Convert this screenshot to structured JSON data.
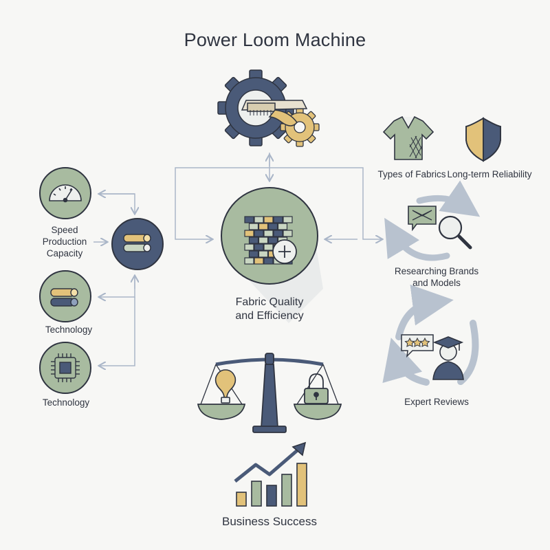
{
  "title": "Power Loom Machine",
  "center": {
    "label_line1": "Fabric Quality",
    "label_line2": "and Efficiency"
  },
  "left": {
    "speed_line1": "Speed",
    "speed_line2": "Production",
    "speed_line3": "Capacity",
    "technology_1": "Technology",
    "technology_2": "Technology"
  },
  "right": {
    "types_of_fabrics": "Types of Fabrics",
    "long_term_reliability": "Long-term Reliability",
    "researching_line1": "Researching Brands",
    "researching_line2": "and Models",
    "expert_reviews": "Expert Reviews"
  },
  "bottom": {
    "business_success": "Business Success"
  },
  "colors": {
    "navy": "#4a5a78",
    "sage": "#a8bba0",
    "sage_light": "#c9d6c2",
    "gold": "#e2c27a",
    "outline": "#2f3440",
    "connector": "#aab6c8",
    "arc": "#b8c2cf"
  }
}
